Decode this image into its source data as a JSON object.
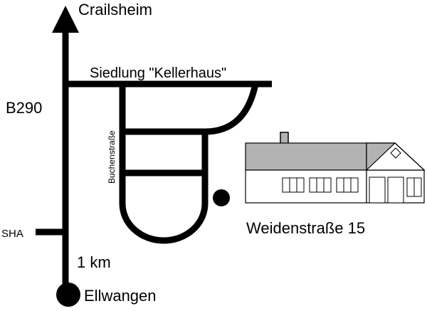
{
  "labels": {
    "north_city": "Crailsheim",
    "settlement": "Siedlung \"Kellerhaus\"",
    "highway": "B290",
    "side_road": "SHA",
    "distance": "1 km",
    "south_city": "Ellwangen",
    "street": "Buchenstraße",
    "address": "Weidenstraße 15"
  },
  "colors": {
    "ink": "#000000",
    "roof": "#b3b3b3",
    "background": "#ffffff"
  },
  "icons": {
    "north_arrow": "arrow-up-icon",
    "destination_marker": "filled-circle-icon",
    "town_marker": "filled-circle-icon",
    "house": "house-icon"
  }
}
